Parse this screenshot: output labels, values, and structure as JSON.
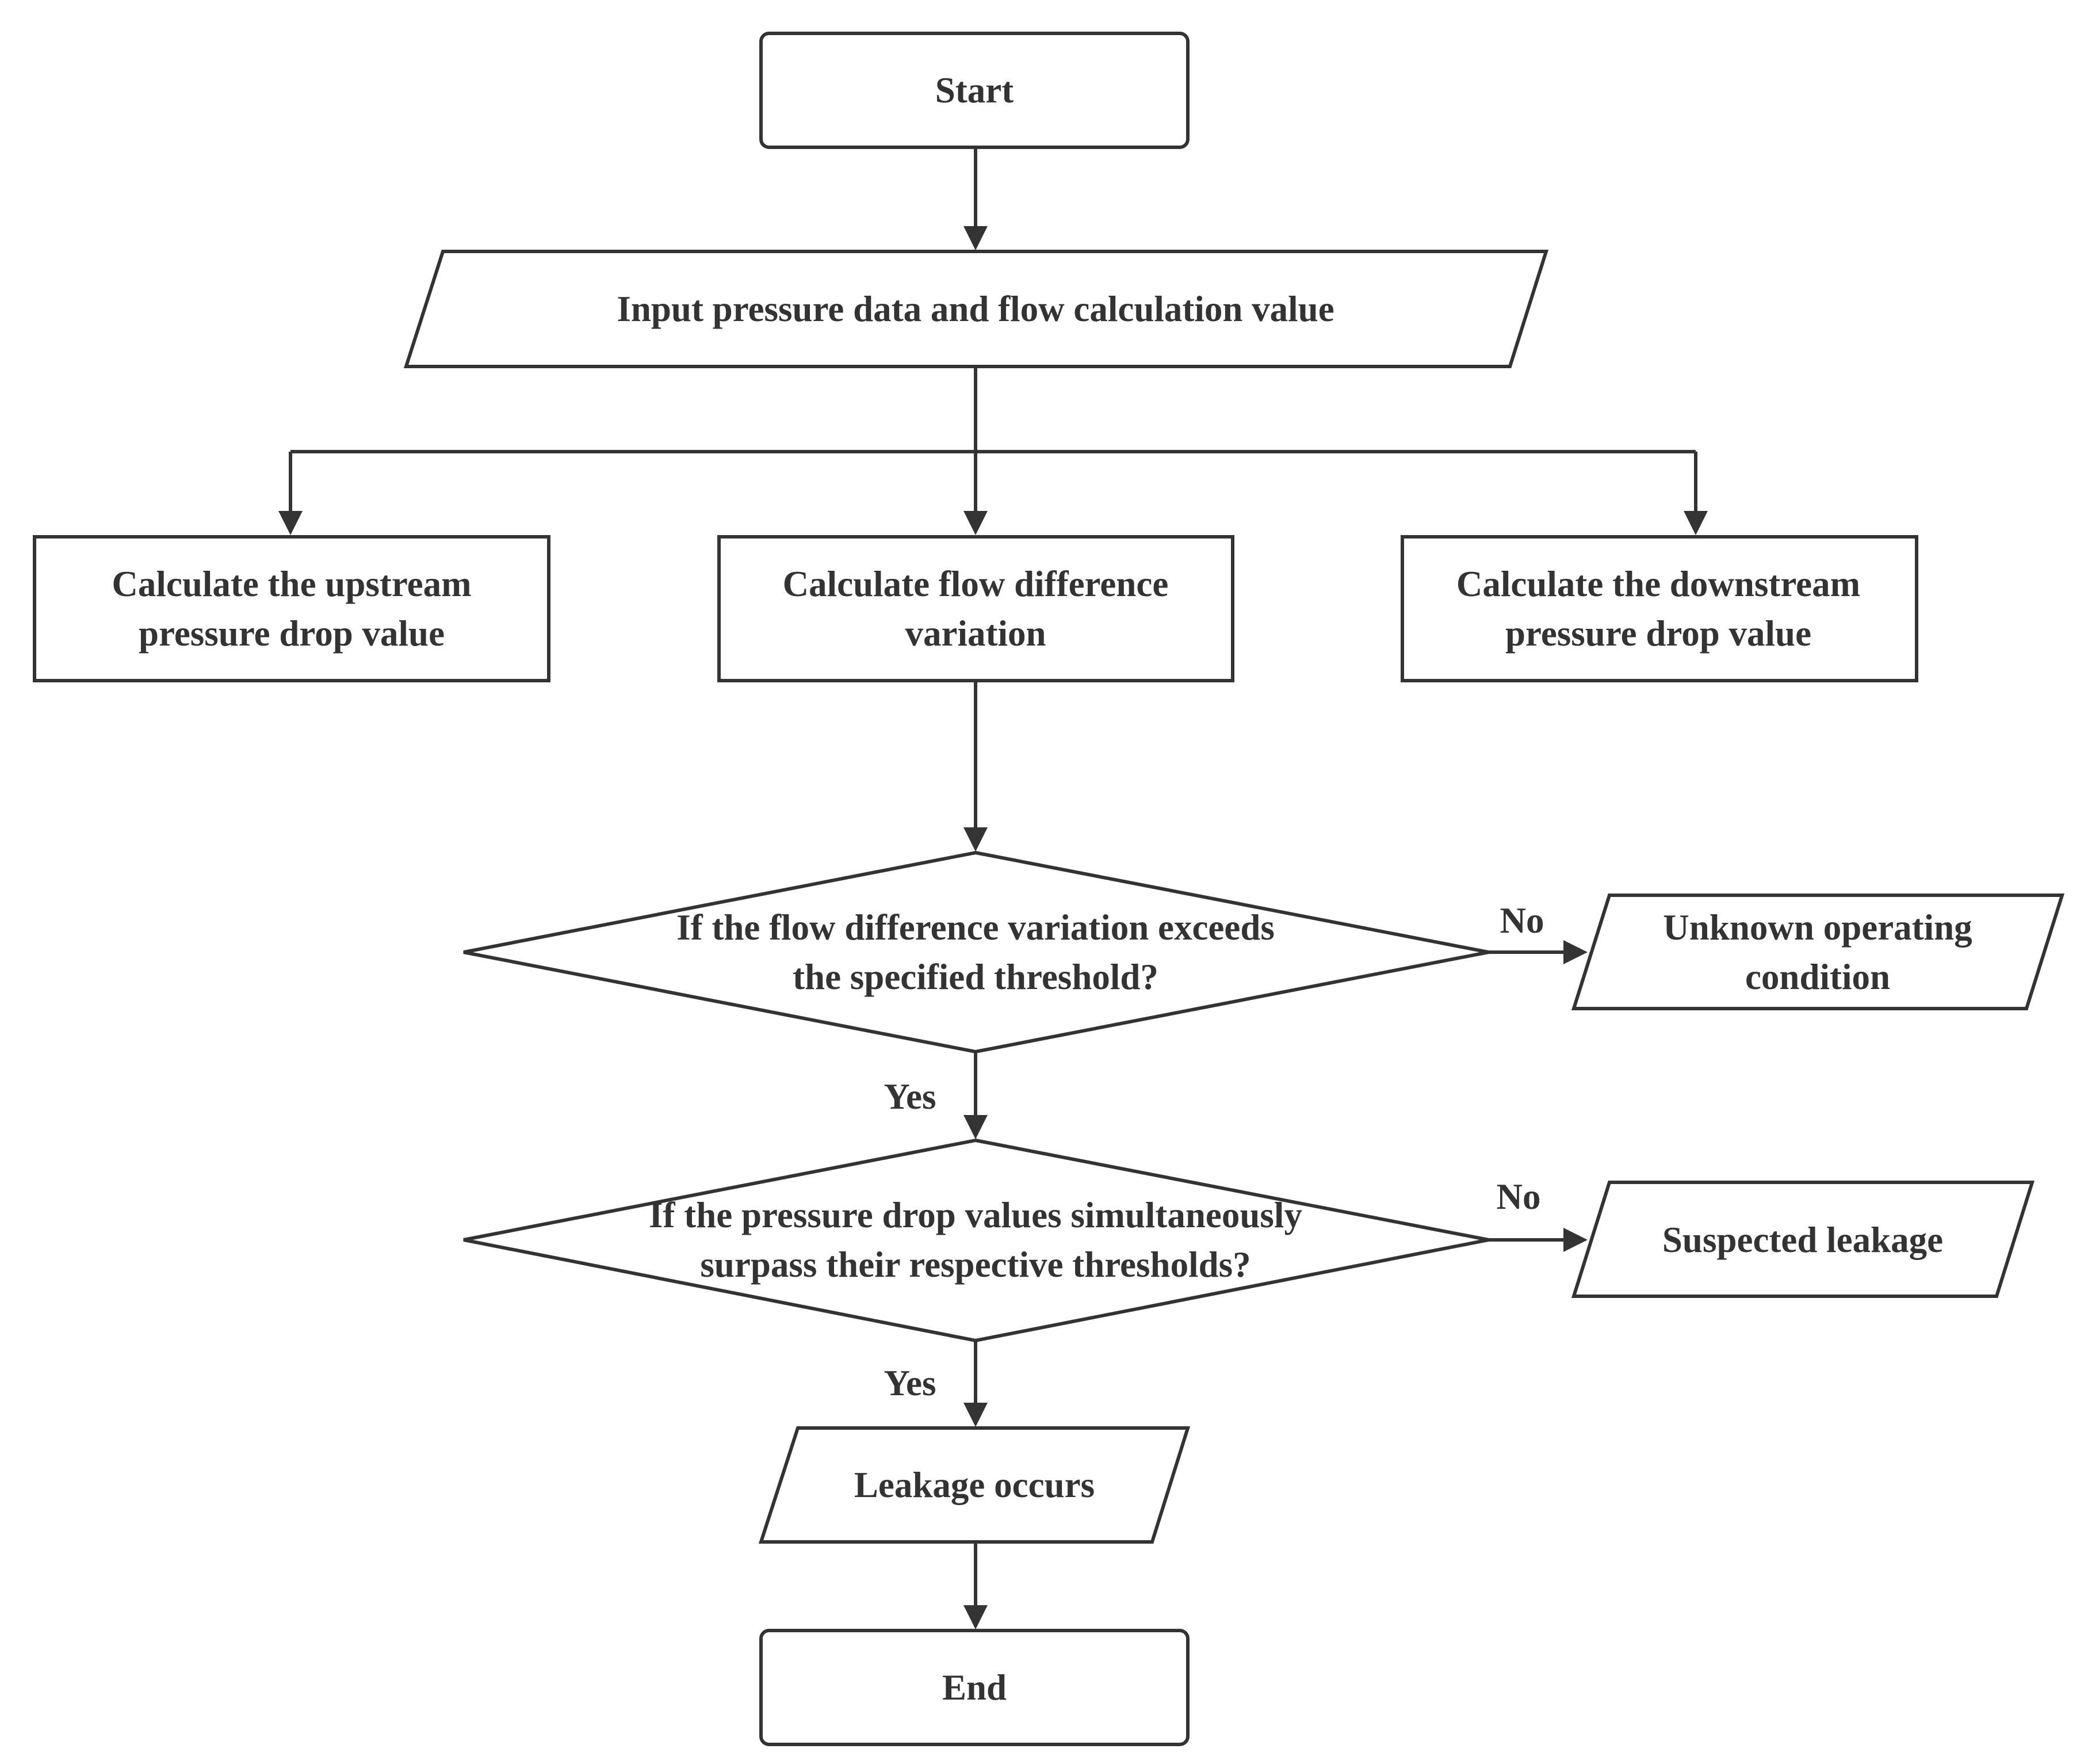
{
  "nodes": {
    "start": {
      "lines": [
        "Start"
      ]
    },
    "input": {
      "lines": [
        "Input pressure data and flow calculation value"
      ]
    },
    "upstream": {
      "lines": [
        "Calculate the upstream",
        "pressure drop value"
      ]
    },
    "flowdiff": {
      "lines": [
        "Calculate flow difference",
        "variation"
      ]
    },
    "downstream": {
      "lines": [
        "Calculate the downstream",
        "pressure drop value"
      ]
    },
    "decision1": {
      "lines": [
        "If the flow difference variation exceeds",
        "the specified threshold?"
      ]
    },
    "unknown": {
      "lines": [
        "Unknown operating",
        "condition"
      ]
    },
    "decision2": {
      "lines": [
        "If the pressure drop values simultaneously",
        "surpass their respective thresholds?"
      ]
    },
    "suspected": {
      "lines": [
        "Suspected leakage"
      ]
    },
    "leakage": {
      "lines": [
        "Leakage occurs"
      ]
    },
    "end": {
      "lines": [
        "End"
      ]
    }
  },
  "edge_labels": {
    "d1_no": "No",
    "d1_yes": "Yes",
    "d2_no": "No",
    "d2_yes": "Yes"
  },
  "colors": {
    "stroke": "#333333",
    "fill": "#ffffff",
    "text": "#333333"
  }
}
